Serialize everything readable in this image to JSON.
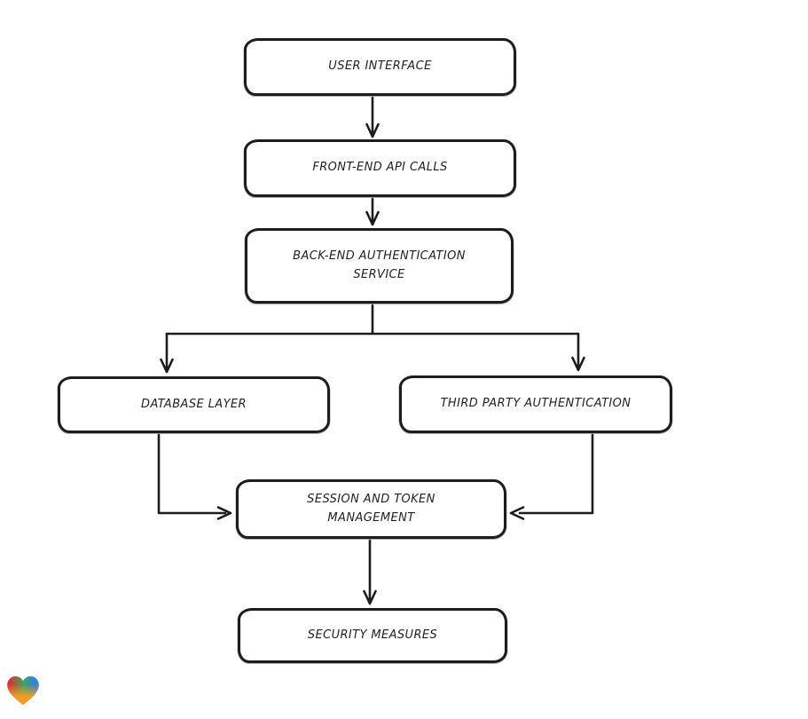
{
  "canvas": {
    "background_color": "#ffffff",
    "stroke_color": "#1d1d1d",
    "node_fill_color": "#ffffff",
    "text_color": "#222222"
  },
  "diagram": {
    "type": "flowchart",
    "nodes": [
      {
        "id": "user-interface",
        "label": "USER INTERFACE"
      },
      {
        "id": "front-end-api-calls",
        "label": "FRONT-END API CALLS"
      },
      {
        "id": "back-end-authentication-service",
        "label": "BACK-END AUTHENTICATION\nSERVICE"
      },
      {
        "id": "database-layer",
        "label": "DATABASE LAYER"
      },
      {
        "id": "third-party-authentication",
        "label": "THIRD PARTY AUTHENTICATION"
      },
      {
        "id": "session-and-token-management",
        "label": "SESSION AND TOKEN\nMANAGEMENT"
      },
      {
        "id": "security-measures",
        "label": "SECURITY MEASURES"
      }
    ],
    "edges": [
      {
        "from": "user-interface",
        "to": "front-end-api-calls",
        "style": "arrow-down"
      },
      {
        "from": "front-end-api-calls",
        "to": "back-end-authentication-service",
        "style": "arrow-down"
      },
      {
        "from": "back-end-authentication-service",
        "to": "database-layer",
        "style": "arrow-down"
      },
      {
        "from": "back-end-authentication-service",
        "to": "third-party-authentication",
        "style": "arrow-down"
      },
      {
        "from": "database-layer",
        "to": "session-and-token-management",
        "style": "arrow-right"
      },
      {
        "from": "third-party-authentication",
        "to": "session-and-token-management",
        "style": "arrow-left"
      },
      {
        "from": "session-and-token-management",
        "to": "security-measures",
        "style": "arrow-down"
      }
    ]
  },
  "branding": {
    "logo": "heart-icon",
    "logo_colors": [
      "#e42a33",
      "#3fa458",
      "#2f87d3",
      "#f59c25"
    ]
  }
}
